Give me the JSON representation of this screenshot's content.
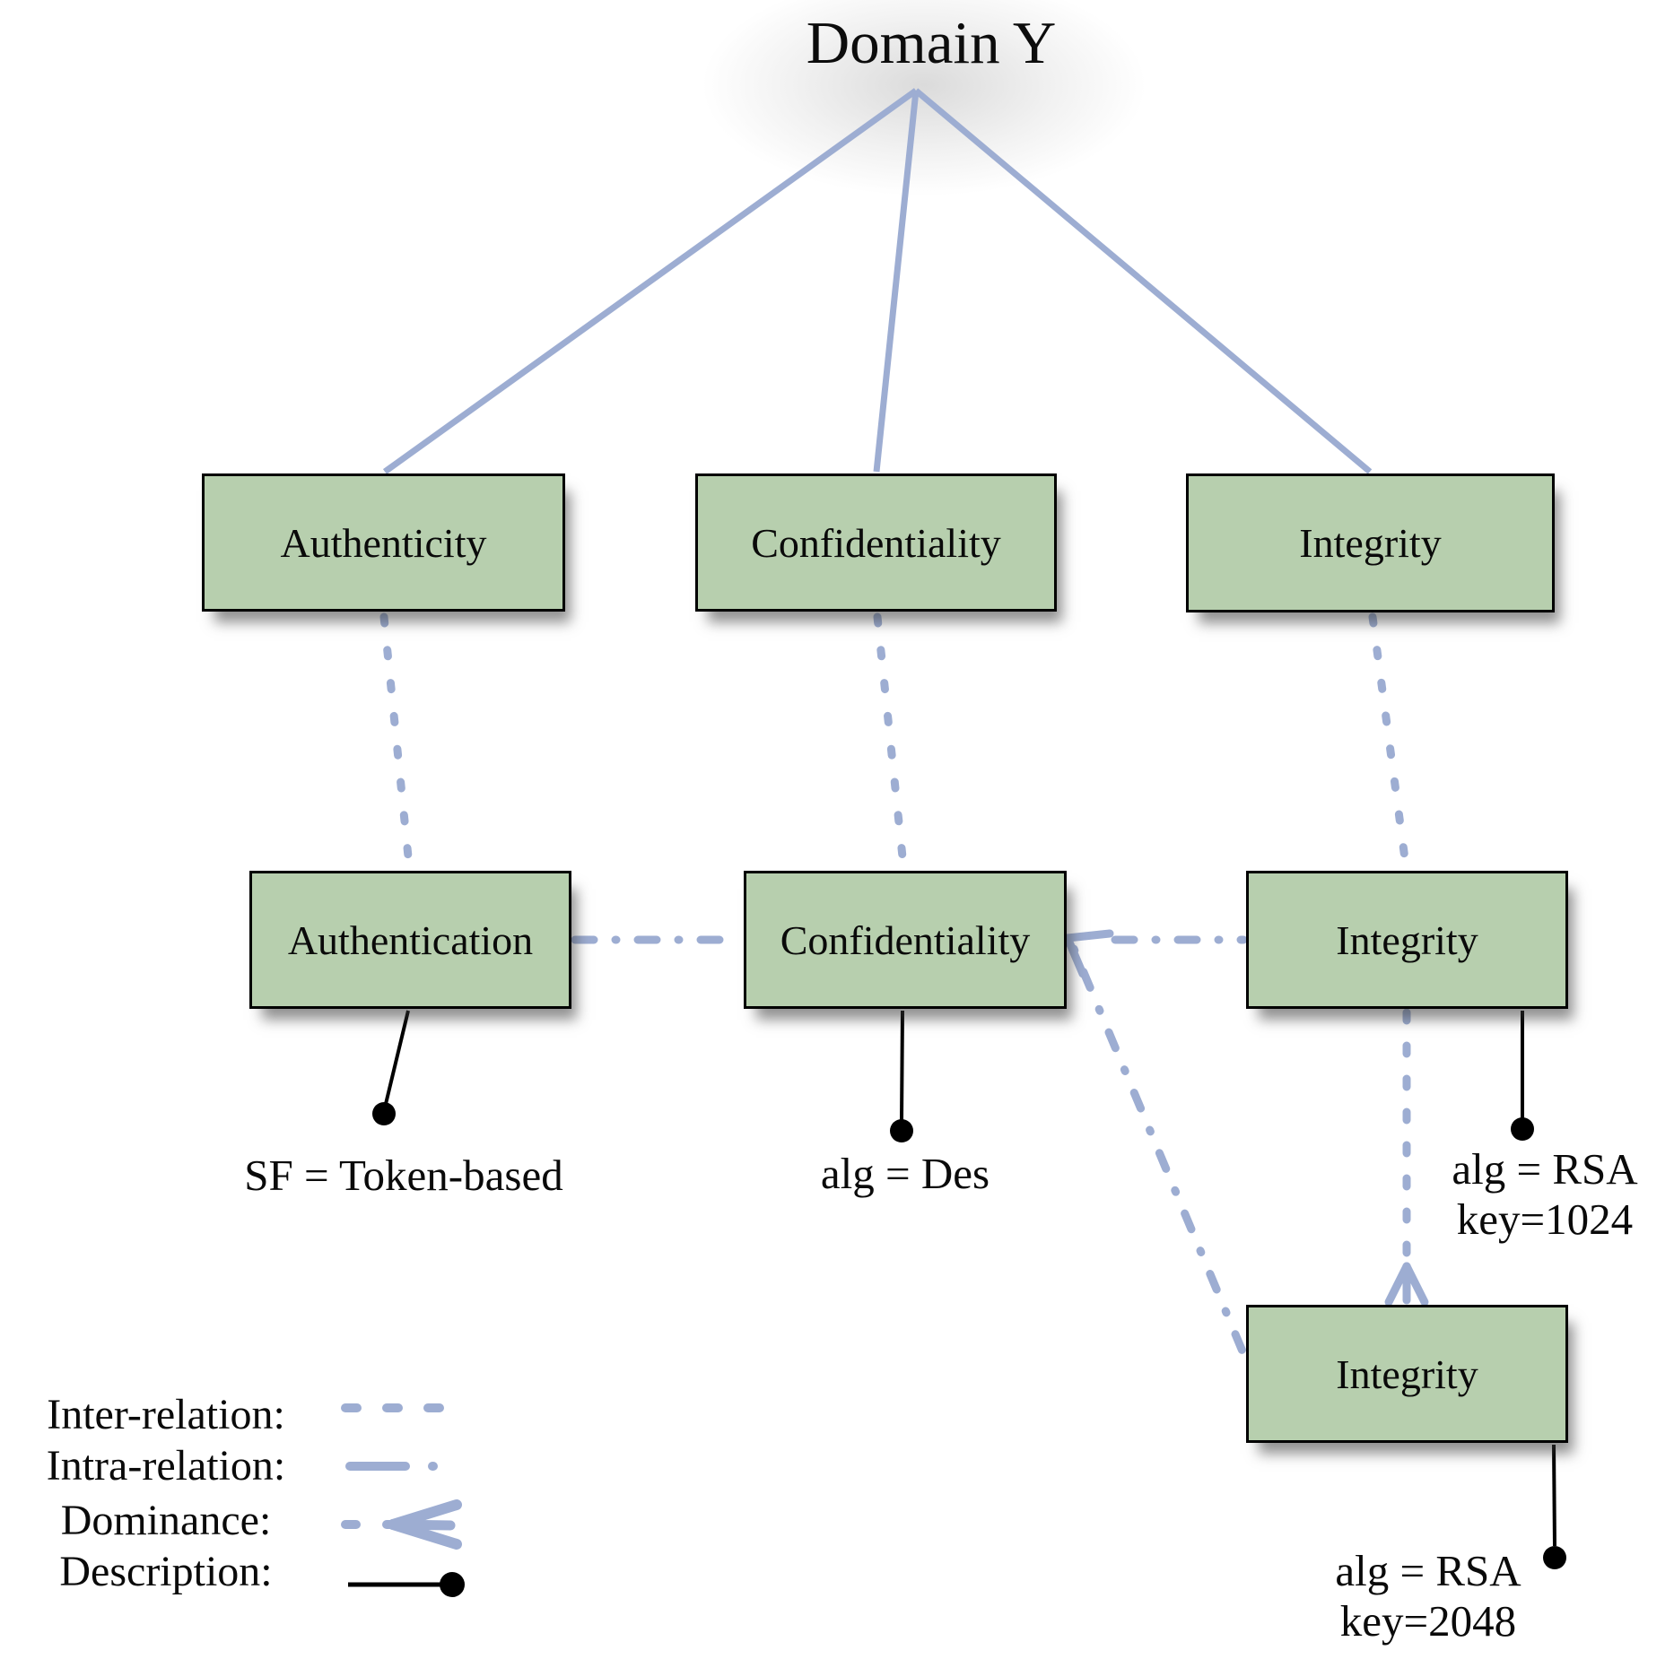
{
  "title": "Domain Y",
  "colors": {
    "node_fill": "#b7cfae",
    "node_border": "#000000",
    "relation_line": "#9dadd2",
    "description_line": "#000000",
    "text": "#000000"
  },
  "tier1_nodes": [
    "Authenticity",
    "Confidentiality",
    "Integrity"
  ],
  "tier2_nodes": [
    "Authentication",
    "Confidentiality",
    "Integrity"
  ],
  "tier3_nodes": [
    "Integrity"
  ],
  "descriptions": [
    {
      "lines": [
        "SF = Token-based"
      ]
    },
    {
      "lines": [
        "alg = Des"
      ]
    },
    {
      "lines": [
        "alg = RSA",
        "key=1024"
      ]
    },
    {
      "lines": [
        "alg = RSA",
        "key=2048"
      ]
    }
  ],
  "legend": {
    "items": [
      {
        "label": "Inter-relation:",
        "type": "inter-relation"
      },
      {
        "label": "Intra-relation:",
        "type": "intra-relation"
      },
      {
        "label": "Dominance:",
        "type": "dominance"
      },
      {
        "label": "Description:",
        "type": "description"
      }
    ]
  },
  "relations": [
    {
      "from": "Domain Y",
      "to": "tier1.Authenticity",
      "type": "hierarchy"
    },
    {
      "from": "Domain Y",
      "to": "tier1.Confidentiality",
      "type": "hierarchy"
    },
    {
      "from": "Domain Y",
      "to": "tier1.Integrity",
      "type": "hierarchy"
    },
    {
      "from": "tier1.Authenticity",
      "to": "tier2.Authentication",
      "type": "inter-relation"
    },
    {
      "from": "tier1.Confidentiality",
      "to": "tier2.Confidentiality",
      "type": "inter-relation"
    },
    {
      "from": "tier1.Integrity",
      "to": "tier2.Integrity",
      "type": "inter-relation"
    },
    {
      "from": "tier2.Authentication",
      "to": "tier2.Confidentiality",
      "type": "intra-relation"
    },
    {
      "from": "tier2.Confidentiality",
      "to": "tier2.Integrity",
      "type": "intra-relation"
    },
    {
      "from": "tier3.Integrity",
      "to": "tier2.Confidentiality",
      "type": "dominance"
    },
    {
      "from": "tier3.Integrity",
      "to": "tier2.Integrity",
      "type": "dominance"
    },
    {
      "from": "tier2.Authentication",
      "to": "SF = Token-based",
      "type": "description"
    },
    {
      "from": "tier2.Confidentiality",
      "to": "alg = Des",
      "type": "description"
    },
    {
      "from": "tier2.Integrity",
      "to": "alg = RSA key=1024",
      "type": "description"
    },
    {
      "from": "tier3.Integrity",
      "to": "alg = RSA key=2048",
      "type": "description"
    }
  ]
}
